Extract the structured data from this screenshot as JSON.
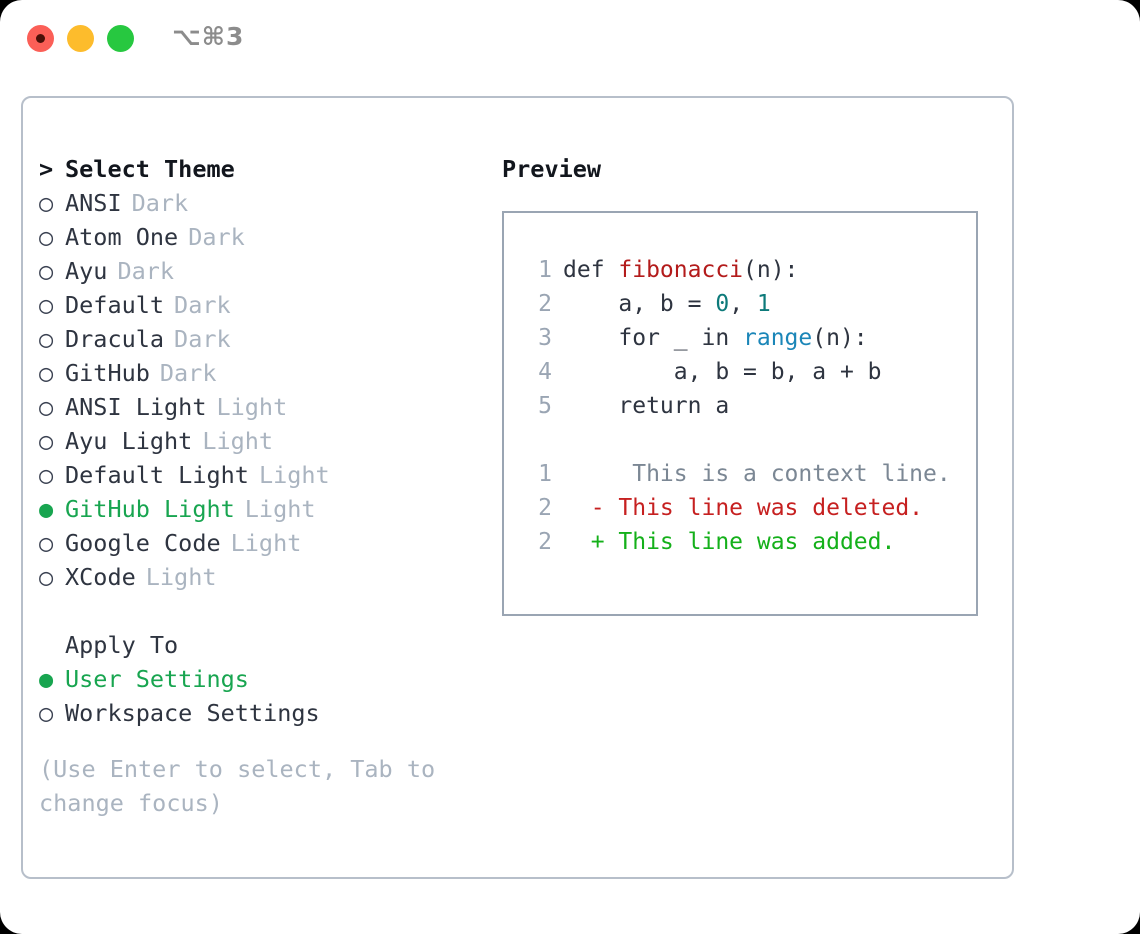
{
  "titlebar": {
    "shortcut": "⌥⌘3",
    "lights": [
      "red",
      "yellow",
      "green"
    ]
  },
  "theme_panel": {
    "header": {
      "caret": ">",
      "label": "Select Theme"
    },
    "items": [
      {
        "marker": "○",
        "label": "ANSI",
        "tag": "Dark",
        "selected": false
      },
      {
        "marker": "○",
        "label": "Atom One",
        "tag": "Dark",
        "selected": false
      },
      {
        "marker": "○",
        "label": "Ayu",
        "tag": "Dark",
        "selected": false
      },
      {
        "marker": "○",
        "label": "Default",
        "tag": "Dark",
        "selected": false
      },
      {
        "marker": "○",
        "label": "Dracula",
        "tag": "Dark",
        "selected": false
      },
      {
        "marker": "○",
        "label": "GitHub",
        "tag": "Dark",
        "selected": false
      },
      {
        "marker": "○",
        "label": "ANSI Light",
        "tag": "Light",
        "selected": false
      },
      {
        "marker": "○",
        "label": "Ayu Light",
        "tag": "Light",
        "selected": false
      },
      {
        "marker": "○",
        "label": "Default Light",
        "tag": "Light",
        "selected": false
      },
      {
        "marker": "●",
        "label": "GitHub Light",
        "tag": "Light",
        "selected": true
      },
      {
        "marker": "○",
        "label": "Google Code",
        "tag": "Light",
        "selected": false
      },
      {
        "marker": "○",
        "label": "XCode",
        "tag": "Light",
        "selected": false
      }
    ]
  },
  "apply_to": {
    "header": "Apply To",
    "options": [
      {
        "marker": "●",
        "label": "User Settings",
        "selected": true
      },
      {
        "marker": "○",
        "label": "Workspace Settings",
        "selected": false
      }
    ]
  },
  "hint": "(Use Enter to select, Tab to change focus)",
  "preview": {
    "title": "Preview",
    "code_lines": [
      {
        "n": "1",
        "segments": [
          {
            "t": "def ",
            "cls": ""
          },
          {
            "t": "fibonacci",
            "cls": "tok-fn"
          },
          {
            "t": "(n):",
            "cls": ""
          }
        ]
      },
      {
        "n": "2",
        "segments": [
          {
            "t": "    a, b = ",
            "cls": ""
          },
          {
            "t": "0",
            "cls": "tok-num"
          },
          {
            "t": ", ",
            "cls": ""
          },
          {
            "t": "1",
            "cls": "tok-num"
          }
        ]
      },
      {
        "n": "3",
        "segments": [
          {
            "t": "    for _ in ",
            "cls": ""
          },
          {
            "t": "range",
            "cls": "tok-bi"
          },
          {
            "t": "(n):",
            "cls": ""
          }
        ]
      },
      {
        "n": "4",
        "segments": [
          {
            "t": "        a, b = b, a + b",
            "cls": ""
          }
        ]
      },
      {
        "n": "5",
        "segments": [
          {
            "t": "    return a",
            "cls": ""
          }
        ]
      }
    ],
    "diff_lines": [
      {
        "n": "1",
        "sign": " ",
        "text": "  This is a context line.",
        "cls": "diff-ctx"
      },
      {
        "n": "2",
        "sign": "-",
        "text": " This line was deleted.",
        "cls": "diff-del"
      },
      {
        "n": "2",
        "sign": "+",
        "text": " This line was added.",
        "cls": "diff-add"
      }
    ]
  },
  "colors": {
    "accent_green": "#18a550",
    "text": "#2e3440",
    "muted": "#aab4c0",
    "border": "#b7bfca",
    "preview_border": "#9aa5b3",
    "linenum": "#9aa5b3",
    "fn": "#b31b1b",
    "num": "#0d7a7a",
    "builtin": "#1b86b8",
    "diff_del": "#c62020",
    "diff_add": "#14b01a",
    "light_red": "#fb5f57",
    "light_yellow": "#fdbc2c",
    "light_green": "#27c840"
  }
}
